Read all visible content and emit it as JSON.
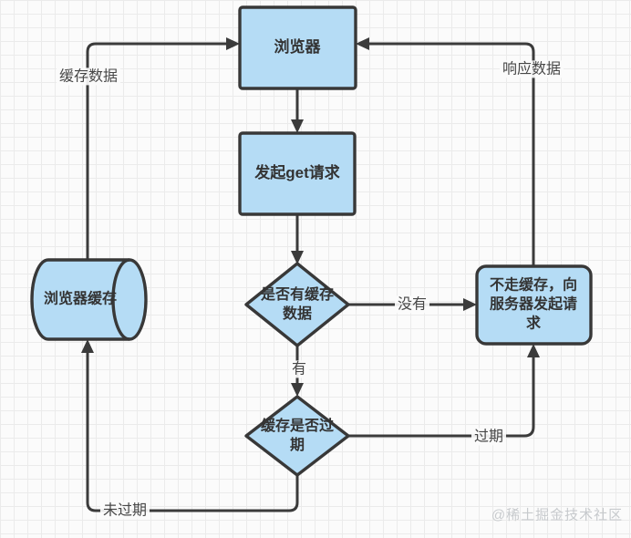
{
  "diagram": {
    "title_hint": "browser-cache-flowchart",
    "nodes": {
      "browser": {
        "label": "浏览器",
        "shape": "rectangle"
      },
      "get_request": {
        "label": "发起get请求",
        "shape": "rectangle"
      },
      "has_cache_decision": {
        "label": "是否有缓存数据",
        "shape": "diamond"
      },
      "no_cache_request": {
        "label": "不走缓存，向服务器发起请求",
        "shape": "rounded-rectangle"
      },
      "cache_expired_decision": {
        "label": "缓存是否过期",
        "shape": "diamond"
      },
      "browser_cache": {
        "label": "浏览器缓存",
        "shape": "cylinder"
      }
    },
    "edges": {
      "cache_data": {
        "label": "缓存数据",
        "from": "browser_cache",
        "to": "browser"
      },
      "response_data": {
        "label": "响应数据",
        "from": "no_cache_request",
        "to": "browser"
      },
      "browser_to_get": {
        "label": "",
        "from": "browser",
        "to": "get_request"
      },
      "get_to_decision": {
        "label": "",
        "from": "get_request",
        "to": "has_cache_decision"
      },
      "no_branch": {
        "label": "没有",
        "from": "has_cache_decision",
        "to": "no_cache_request"
      },
      "yes_branch": {
        "label": "有",
        "from": "has_cache_decision",
        "to": "cache_expired_decision"
      },
      "expired_branch": {
        "label": "过期",
        "from": "cache_expired_decision",
        "to": "no_cache_request"
      },
      "not_expired_branch": {
        "label": "未过期",
        "from": "cache_expired_decision",
        "to": "browser_cache"
      }
    },
    "colors": {
      "node_fill": "#b5dcf5",
      "node_stroke": "#383838",
      "line": "#3b3b3b",
      "node_text": "#333333",
      "edge_label_text": "#474747",
      "background": "#fbfbfb",
      "grid_line": "#ebebeb",
      "watermark": "#c7cacd"
    }
  },
  "watermark": "@稀土掘金技术社区"
}
